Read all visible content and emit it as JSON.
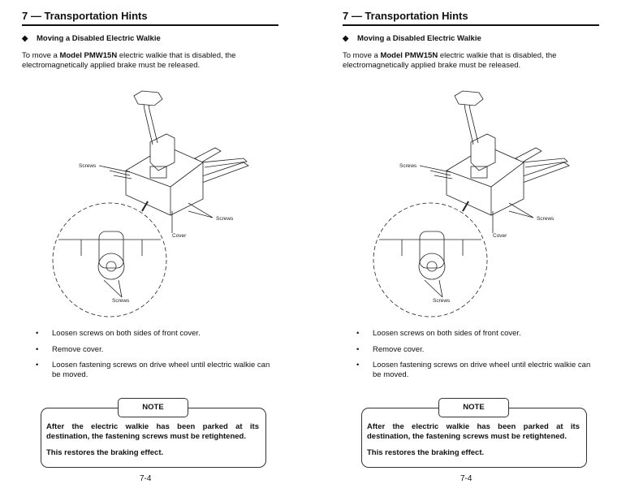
{
  "pages": [
    {
      "title": "7 — Transportation Hints",
      "subheading": "Moving a Disabled Electric Walkie",
      "intro": {
        "pre": "To move a ",
        "model": "Model PMW15N",
        "post": " electric walkie that is disabled, the electromagnetically applied brake must be released."
      },
      "figure_labels": {
        "screws_top": "Screws",
        "screws_right": "Screws",
        "cover": "Cover",
        "screws_detail": "Screws"
      },
      "bullets": [
        "Loosen screws on both sides of front cover.",
        "Remove cover.",
        "Loosen fastening screws on drive wheel until electric walkie can be moved."
      ],
      "note": {
        "title": "NOTE",
        "line1": "After the electric walkie has been parked at its destination, the fastening screws must be retightened.",
        "line2": "This restores the braking effect."
      },
      "page_number": "7-4"
    },
    {
      "title": "7 — Transportation Hints",
      "subheading": "Moving a Disabled Electric Walkie",
      "intro": {
        "pre": "To move a ",
        "model": "Model PMW15N",
        "post": " electric walkie that is disabled, the electromagnetically applied brake must be released."
      },
      "figure_labels": {
        "screws_top": "Screws",
        "screws_right": "Screws",
        "cover": "Cover",
        "screws_detail": "Screws"
      },
      "bullets": [
        "Loosen screws on both sides of front cover.",
        "Remove cover.",
        "Loosen fastening screws on drive wheel until electric walkie can be moved."
      ],
      "note": {
        "title": "NOTE",
        "line1": "After the electric walkie has been parked at its destination, the fastening screws must be retightened.",
        "line2": "This restores the braking effect."
      },
      "page_number": "7-4"
    }
  ],
  "icons": {
    "heading_bullet": "diamond-icon"
  }
}
